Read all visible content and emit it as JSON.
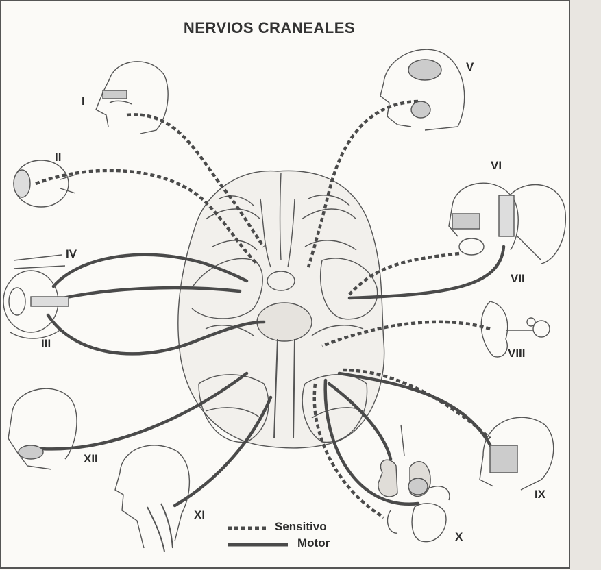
{
  "title": "NERVIOS CRANEALES",
  "nerves": {
    "I": "I",
    "II": "II",
    "III": "III",
    "IV": "IV",
    "V": "V",
    "VI": "VI",
    "VII": "VII",
    "VIII": "VIII",
    "IX": "IX",
    "X": "X",
    "XI": "XI",
    "XII": "XII"
  },
  "legend": {
    "sensory": "Sensitivo",
    "motor": "Motor"
  },
  "colors": {
    "line": "#4a4a4a",
    "ink": "#2b2b2b",
    "paper": "#fbfaf7"
  }
}
